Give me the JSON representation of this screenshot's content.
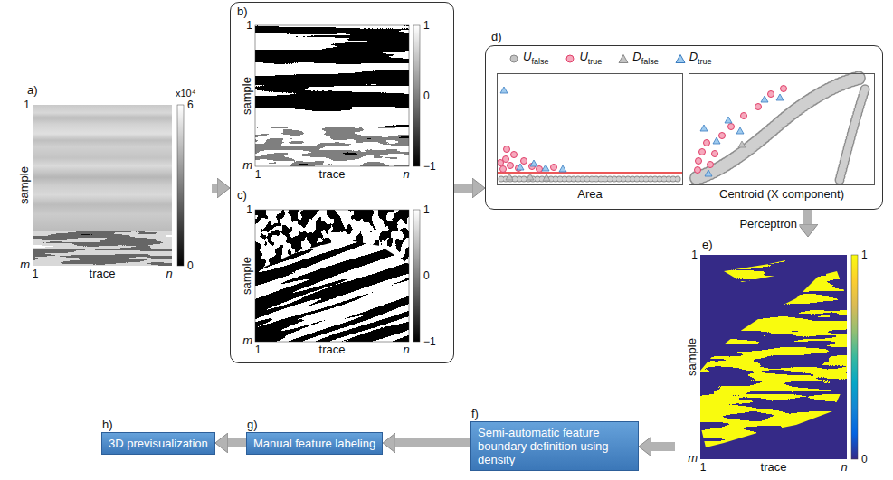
{
  "diagram": {
    "nodes": [
      {
        "text": [
          "a)"
        ]
      },
      {
        "text": []
      },
      {
        "text": [
          "b)"
        ],
        "in": 1
      },
      {
        "text": [
          "c)"
        ],
        "in": 1
      },
      {
        "text": [
          "d)"
        ]
      },
      {
        "text": [
          "Area"
        ],
        "in": 4
      },
      {
        "text": [
          "Centroid (X component)"
        ],
        "in": 4
      },
      {
        "text": [
          "e)"
        ]
      },
      {
        "text": [
          "f)",
          "Semi-automatic feature boundary definition using density"
        ]
      },
      {
        "text": [
          "g)",
          "Manual feature labeling"
        ]
      },
      {
        "text": [
          "h)",
          "3D previsualization"
        ]
      }
    ],
    "edges": [
      {
        "from": 0,
        "to": 1,
        "arrow": "to"
      },
      {
        "from": 1,
        "to": 4,
        "arrow": "to"
      },
      {
        "from": 4,
        "to": 7,
        "label": "Perceptron",
        "arrow": "to"
      },
      {
        "from": 7,
        "to": 8,
        "arrow": "to"
      },
      {
        "from": 8,
        "to": 9,
        "arrow": "to"
      },
      {
        "from": 9,
        "to": 10,
        "arrow": "to"
      }
    ],
    "labels": [
      "1",
      "sample",
      "m",
      "1",
      "trace",
      "n",
      "x10⁴",
      "6",
      "0",
      "1",
      "sample",
      "m",
      "1",
      "trace",
      "n",
      "1",
      "0",
      "−1",
      "1",
      "sample",
      "m",
      "1",
      "trace",
      "n",
      "1",
      "0",
      "−1",
      "1",
      "sample",
      "m",
      "1",
      "trace",
      "n",
      "1",
      "0"
    ],
    "legend": [
      {
        "text": "Ufalse"
      },
      {
        "text": "Utrue"
      },
      {
        "text": "Dfalse"
      },
      {
        "text": "Dtrue"
      }
    ]
  }
}
